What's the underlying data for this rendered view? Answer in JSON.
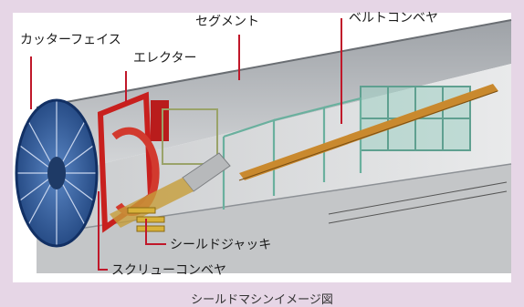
{
  "labels": {
    "cutter_face": "カッターフェイス",
    "segment": "セグメント",
    "belt_conveyor": "ベルトコンベヤ",
    "erector": "エレクター",
    "shield_jack": "シールドジャッキ",
    "screw_conveyor": "スクリューコンベヤ"
  },
  "caption": "シールドマシンイメージ図",
  "colors": {
    "background": "#e6d6e6",
    "callout_line": "#c0182a",
    "cutter_blue": "#2f5a9a",
    "frame_red": "#c8201e",
    "tunnel_gray": "#b4b7bb",
    "structure_green": "#7cb8a8",
    "conveyor_orange": "#c9892e"
  }
}
